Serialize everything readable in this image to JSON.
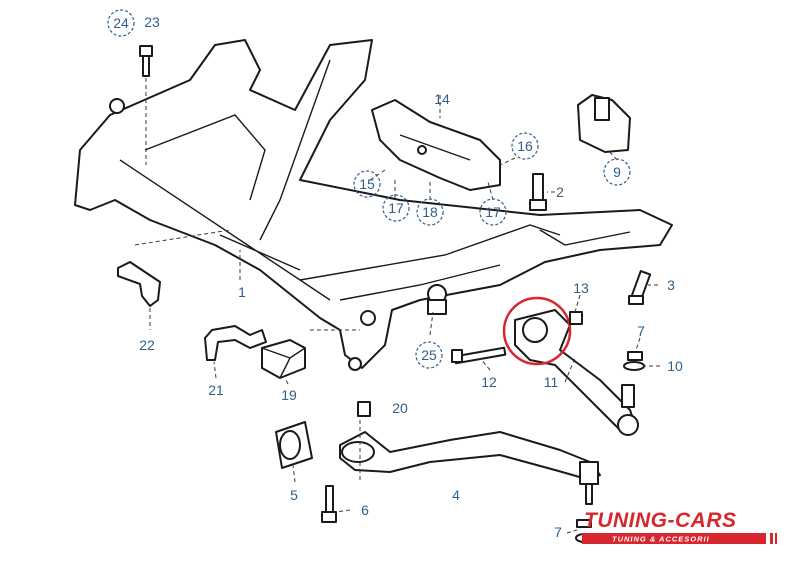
{
  "callouts": {
    "c1": "1",
    "c2": "2",
    "c3": "3",
    "c4": "4",
    "c5": "5",
    "c6": "6",
    "c7a": "7",
    "c7b": "7",
    "c9": "9",
    "c10": "10",
    "c11": "11",
    "c12": "12",
    "c13": "13",
    "c14": "14",
    "c15": "15",
    "c16": "16",
    "c17a": "17",
    "c17b": "17",
    "c18": "18",
    "c19": "19",
    "c20": "20",
    "c21": "21",
    "c22": "22",
    "c23": "23",
    "c24": "24",
    "c25": "25"
  },
  "logo": {
    "name": "TUNING-CARS",
    "tagline": "TUNING & ACCESORII"
  },
  "colors": {
    "callout": "#2f5f8a",
    "highlight": "#d8262e",
    "linework": "#1a1a1a"
  }
}
